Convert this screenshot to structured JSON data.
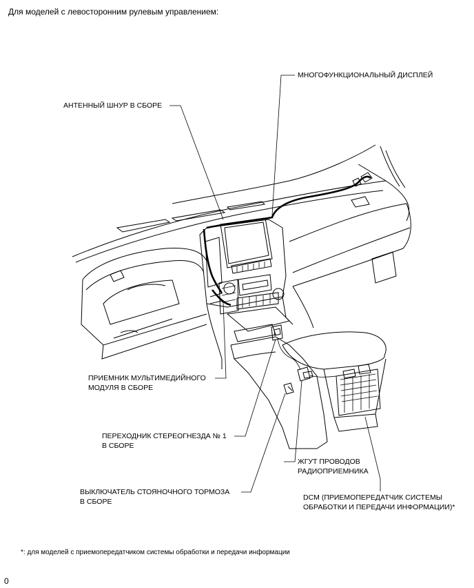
{
  "heading": "Для моделей с левосторонним рулевым управлением:",
  "labels": {
    "multi_display": "МНОГОФУНКЦИОНАЛЬНЫЙ ДИСПЛЕЙ",
    "antenna_cord": "АНТЕННЫЙ ШНУР В СБОРЕ",
    "receiver_line1": "ПРИЕМНИК МУЛЬТИМЕДИЙНОГО",
    "receiver_line2": "МОДУЛЯ В СБОРЕ",
    "stereo_line1": "ПЕРЕХОДНИК СТЕРЕОГНЕЗДА № 1",
    "stereo_line2": "В СБОРЕ",
    "harness_line1": "ЖГУТ ПРОВОДОВ",
    "harness_line2": "РАДИОПРИЕМНИКА",
    "brake_line1": "ВЫКЛЮЧАТЕЛЬ СТОЯНОЧНОГО ТОРМОЗА",
    "brake_line2": "В СБОРЕ",
    "dcm_line1": "DCM (ПРИЕМОПЕРЕДАТЧИК СИСТЕМЫ",
    "dcm_line2": "ОБРАБОТКИ И ПЕРЕДАЧИ ИНФОРМАЦИИ)*"
  },
  "footnote": "*: для моделей с приемопередатчиком системы обработки и передачи информации",
  "figure_code": "0"
}
